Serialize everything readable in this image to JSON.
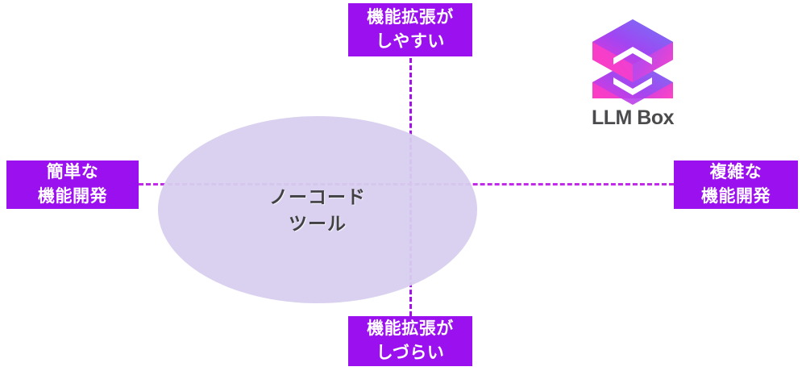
{
  "diagram": {
    "type": "two-axis-quadrant-matrix",
    "background_color": "#ffffff",
    "axis_color": "#c02ae8",
    "box_color": "#9b10ee",
    "box_text_color": "#ffffff",
    "bubble_color": "#d7cfee",
    "bubble_text_color": "#414042"
  },
  "axes": {
    "vertical": {
      "top_label": "機能拡張が\nしやすい",
      "top_label_line1": "機能拡張が",
      "top_label_line2": "しやすい",
      "bottom_label_line1": "機能拡張が",
      "bottom_label_line2": "しづらい"
    },
    "horizontal": {
      "left_label_line1": "簡単な",
      "left_label_line2": "機能開発",
      "right_label_line1": "複雑な",
      "right_label_line2": "機能開発"
    }
  },
  "items": [
    {
      "name": "no-code-tool-bubble",
      "label_line1": "ノーコード",
      "label_line2": "ツール",
      "quadrant": "left-lower-center"
    }
  ],
  "logo": {
    "name": "llm-box-logo",
    "text": "LLM Box",
    "icon": "stacked-cube-icon",
    "gradient_from": "#ff36c8",
    "gradient_mid": "#a24bf0",
    "gradient_to": "#6b7bf5"
  }
}
